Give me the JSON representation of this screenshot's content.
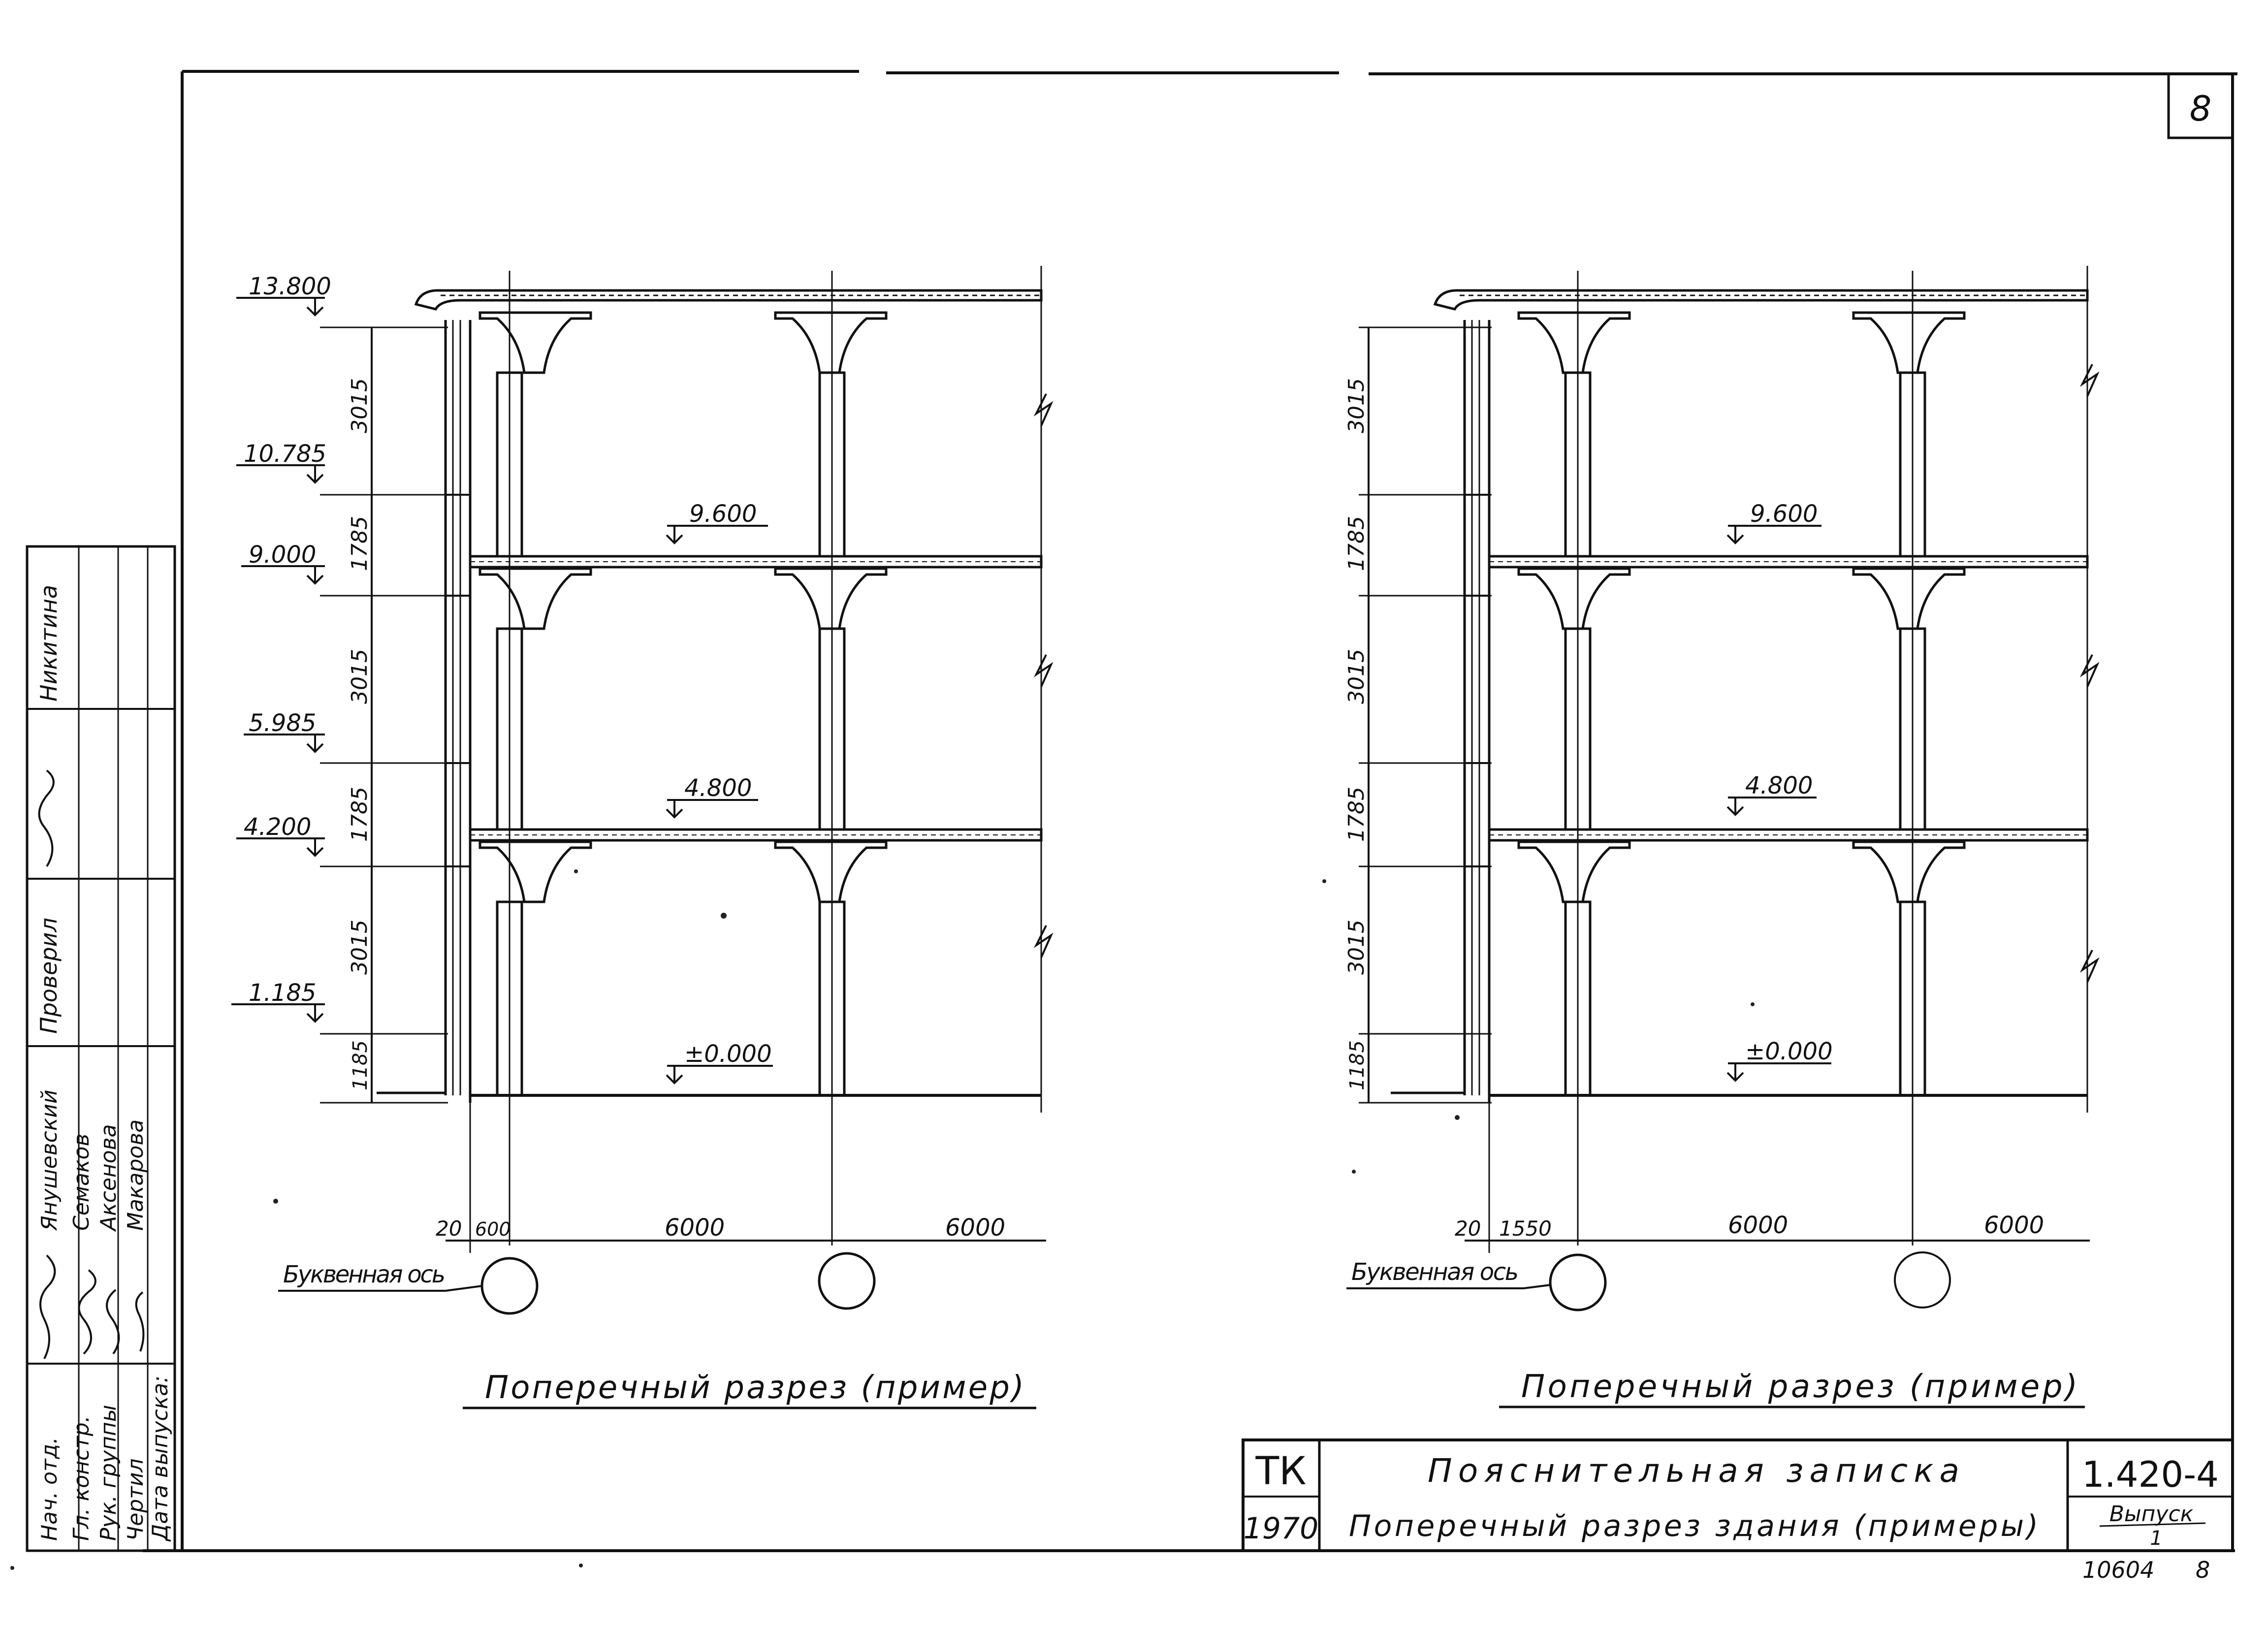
{
  "sheet": {
    "page_number": "8",
    "archive_number": "10604",
    "archive_page": "8"
  },
  "left_section": {
    "caption": "Поперечный разрез (пример)",
    "dim_offset_wall": "20",
    "dim_offset_axis": "600",
    "dim_span_1": "6000",
    "dim_span_2": "6000",
    "axis_label": "Буквенная ось",
    "elev_top": "13.800",
    "elev_10_785": "10.785",
    "elev_9_000": "9.000",
    "elev_5_985": "5.985",
    "elev_4_200": "4.200",
    "elev_1_185": "1.185",
    "floor_9_600": "9.600",
    "floor_4_800": "4.800",
    "floor_0_000": "±0.000",
    "seg_3015_a": "3015",
    "seg_1785_a": "1785",
    "seg_3015_b": "3015",
    "seg_1785_b": "1785",
    "seg_3015_c": "3015",
    "seg_1185": "1185"
  },
  "right_section": {
    "caption": "Поперечный разрез (пример)",
    "dim_offset_wall": "20",
    "dim_offset_axis": "1550",
    "dim_span_1": "6000",
    "dim_span_2": "6000",
    "axis_label": "Буквенная ось",
    "floor_9_600": "9.600",
    "floor_4_800": "4.800",
    "floor_0_000": "±0.000",
    "seg_3015_a": "3015",
    "seg_1785_a": "1785",
    "seg_3015_b": "3015",
    "seg_1785_b": "1785",
    "seg_3015_c": "3015",
    "seg_1185": "1185"
  },
  "title_block": {
    "org": "ТК",
    "year": "1970",
    "title_main": "Пояснительная записка",
    "title_sub": "Поперечный разрез здания (примеры)",
    "series": "1.420-4",
    "issue_label": "Выпуск",
    "issue_number": "1"
  },
  "stamp": {
    "roles": [
      "Нач. отд.",
      "Гл. констр.",
      "Рук. группы",
      "Чертил"
    ],
    "names": [
      "Янушевский",
      "Семаков",
      "Аксенова",
      "Макарова"
    ],
    "date_label": "Дата выпуска:",
    "checked_label": "Проверил",
    "checker_name": "Никитина"
  }
}
